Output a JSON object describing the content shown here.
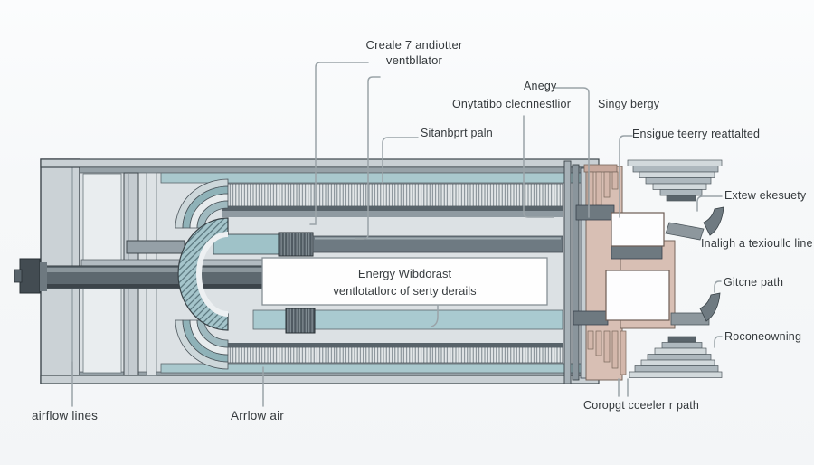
{
  "figure": {
    "type": "technical-cross-section-diagram",
    "labels": {
      "end_ventilator_line1": "Creale 7 andiotter",
      "end_ventilator_line2": "ventbllator",
      "anegy": "Anegy",
      "onytatibo": "Onytatibo clecnnestlior",
      "singy_bergy": "Singy bergy",
      "sitanbprt": "Sitanbprt paln",
      "ensigue": "Ensigue teerry reattalted",
      "extew": "Extew ekesuety",
      "inaligh": "Inaligh a texioullc line",
      "gitcne": "Gitcne path",
      "roconeowning": "Roconeowning",
      "coropgt": "Coropgt cceeler r path",
      "airflow_lines": "airflow lines",
      "arrlow_air": "Arrlow air",
      "rotor_box_line1": "Energy Wibdorast",
      "rotor_box_line2": "ventlotatlorc of serty derails"
    },
    "colors": {
      "background": "#f7f8f9",
      "teal_band": "#a9c8cd",
      "tan_section": "#d8bfb4",
      "steel_light": "#c9d0d4",
      "steel_dark": "#58636a",
      "leader_line": "#9aa3a8",
      "text": "#34393c"
    }
  }
}
